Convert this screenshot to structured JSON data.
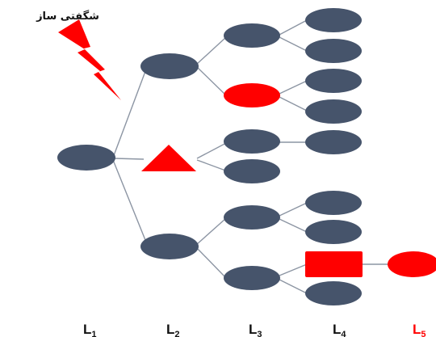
{
  "trigger_label": "شگفتی ساز",
  "colors": {
    "node": "#46546b",
    "highlight": "#ff0000",
    "edge": "#8c95a3",
    "label_default": "#111111",
    "label_highlight": "#ff0000"
  },
  "levels": [
    {
      "letter": "L",
      "sub": "1",
      "highlight": false
    },
    {
      "letter": "L",
      "sub": "2",
      "highlight": false
    },
    {
      "letter": "L",
      "sub": "3",
      "highlight": false
    },
    {
      "letter": "L",
      "sub": "4",
      "highlight": false
    },
    {
      "letter": "L",
      "sub": "5",
      "highlight": true
    }
  ],
  "icons": {
    "trigger": "lightning-bolt-icon"
  }
}
